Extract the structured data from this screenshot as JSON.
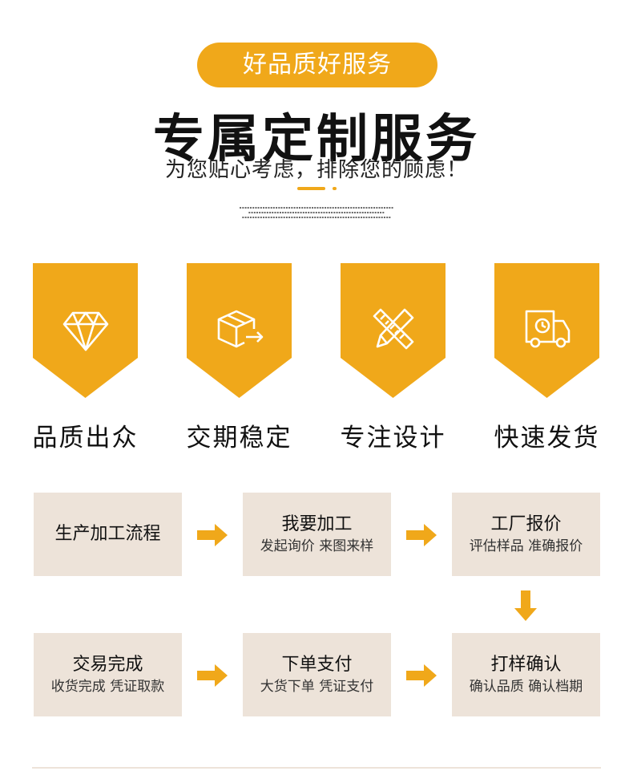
{
  "header": {
    "pill_text": "好品质好服务",
    "title": "专属定制服务",
    "subtitle": "为您贴心考虑，排除您的顾虑！"
  },
  "colors": {
    "accent": "#f0a81a",
    "step_bg": "#ede3d9"
  },
  "features": [
    {
      "icon": "diamond-icon",
      "label": "品质出众"
    },
    {
      "icon": "box-icon",
      "label": "交期稳定"
    },
    {
      "icon": "ruler-pencil-icon",
      "label": "专注设计"
    },
    {
      "icon": "delivery-truck-icon",
      "label": "快速发货"
    }
  ],
  "process": [
    {
      "title": "生产加工流程",
      "desc": ""
    },
    {
      "title": "我要加工",
      "desc": "发起询价 来图来样"
    },
    {
      "title": "工厂报价",
      "desc": "评估样品 准确报价"
    },
    {
      "title": "打样确认",
      "desc": "确认品质 确认档期"
    },
    {
      "title": "下单支付",
      "desc": "大货下单 凭证支付"
    },
    {
      "title": "交易完成",
      "desc": "收货完成 凭证取款"
    }
  ]
}
